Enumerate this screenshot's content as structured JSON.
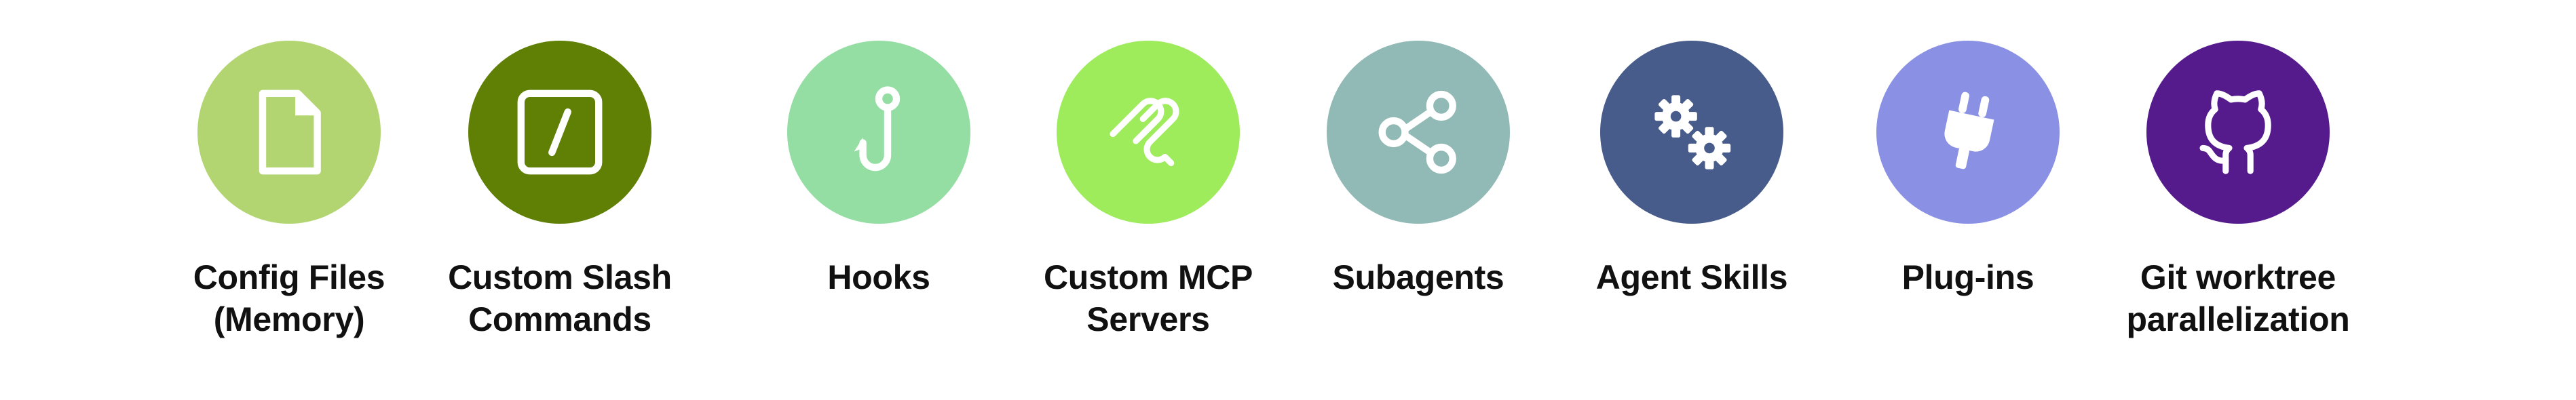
{
  "items": [
    {
      "id": "config-files",
      "icon": "file-icon",
      "color": "#B2D571",
      "line1": "Config Files",
      "line2": "(Memory)"
    },
    {
      "id": "custom-slash-commands",
      "icon": "slash-command-icon",
      "color": "#5F7F05",
      "line1": "Custom Slash",
      "line2": "Commands"
    },
    {
      "id": "hooks",
      "icon": "hook-icon",
      "color": "#94DDA3",
      "line1": "Hooks",
      "line2": ""
    },
    {
      "id": "custom-mcp-servers",
      "icon": "mcp-icon",
      "color": "#9EEB5C",
      "line1": "Custom MCP",
      "line2": "Servers"
    },
    {
      "id": "subagents",
      "icon": "share-nodes-icon",
      "color": "#91B9B5",
      "line1": "Subagents",
      "line2": ""
    },
    {
      "id": "agent-skills",
      "icon": "gears-icon",
      "color": "#485C8B",
      "line1": "Agent Skills",
      "line2": ""
    },
    {
      "id": "plug-ins",
      "icon": "plug-icon",
      "color": "#8A90E3",
      "line1": "Plug-ins",
      "line2": ""
    },
    {
      "id": "git-worktree-parallelization",
      "icon": "github-icon",
      "color": "#551B8C",
      "line1": "Git worktree",
      "line2": "parallelization"
    }
  ]
}
